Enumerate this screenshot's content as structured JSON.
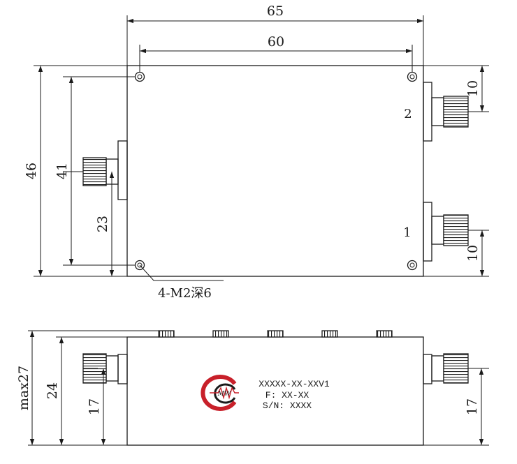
{
  "top_view": {
    "dims": {
      "overall_width": "65",
      "hole_spacing_x": "60",
      "overall_height": "46",
      "hole_spacing_y": "41",
      "input_offset": "23",
      "port2_offset": "10",
      "port1_offset": "10"
    },
    "ports": {
      "port2": "2",
      "port1": "1"
    },
    "hole_note": "4-M2深6"
  },
  "side_view": {
    "dims": {
      "max_height": "max27",
      "body_height": "24",
      "left_connector": "17",
      "right_connector": "17"
    },
    "label": {
      "part_number": "XXXXX-XX-XXV1",
      "frequency": "F: XX-XX",
      "serial": "S/N: XXXX"
    },
    "logo_text": "MW"
  }
}
